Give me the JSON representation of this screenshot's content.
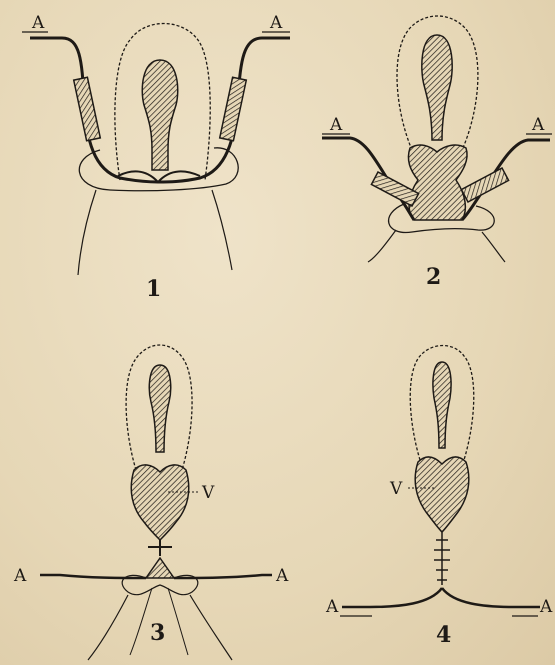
{
  "figures": [
    {
      "number": "1",
      "labels": [
        "A",
        "A"
      ]
    },
    {
      "number": "2",
      "labels": [
        "A",
        "A"
      ]
    },
    {
      "number": "3",
      "labels": [
        "V",
        "A",
        "A"
      ]
    },
    {
      "number": "4",
      "labels": [
        "V",
        "A",
        "A"
      ]
    }
  ],
  "colors": {
    "paper": "#e9dcc0",
    "ink": "#1e1a16"
  }
}
